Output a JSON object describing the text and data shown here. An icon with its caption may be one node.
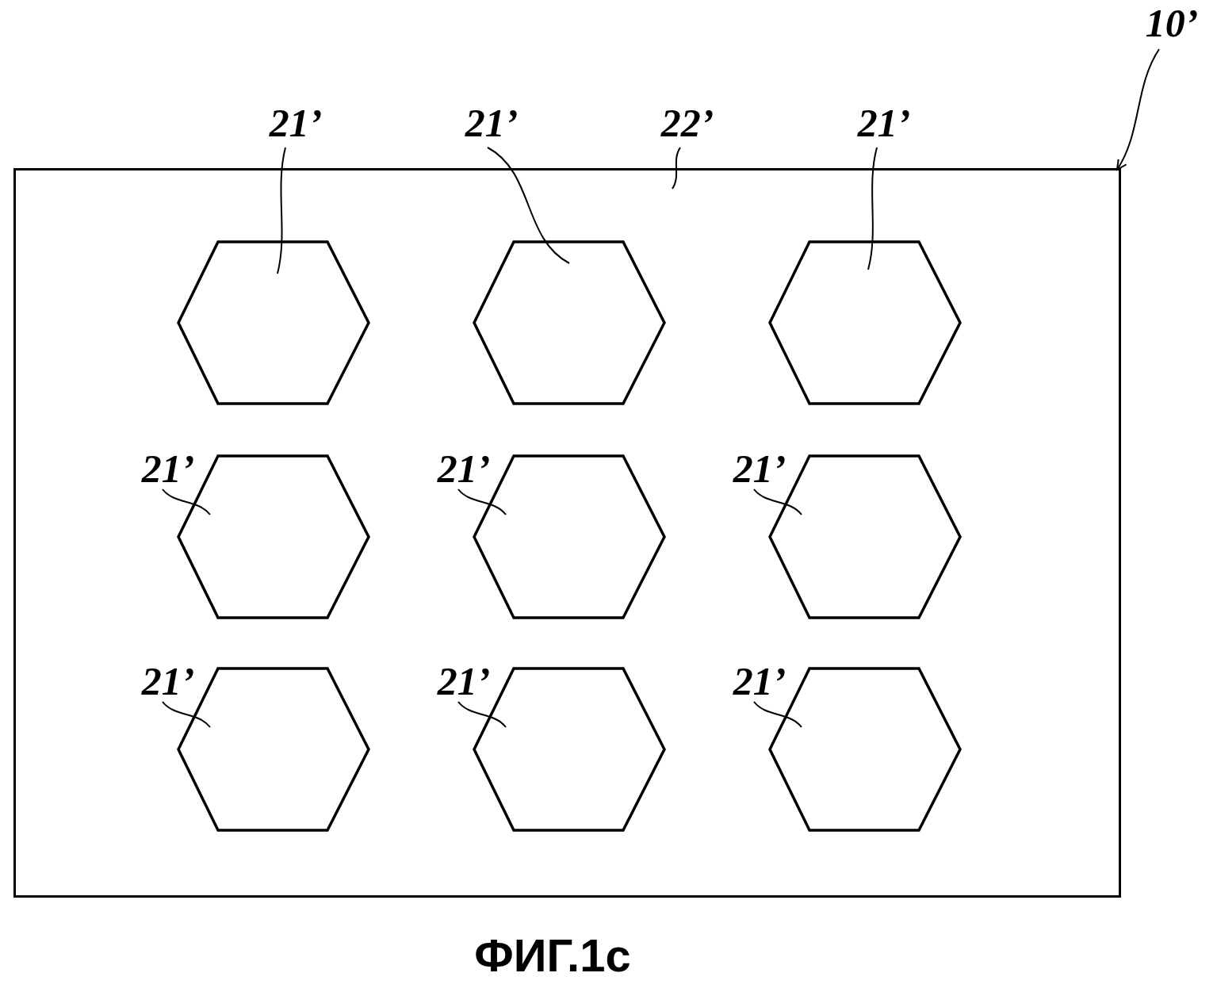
{
  "diagram": {
    "caption": "ФИГ.1с",
    "nodes": [
      {
        "text": [],
        "shape": "box"
      },
      {
        "text": [],
        "shape": "hexagon",
        "in": 0
      },
      {
        "text": [],
        "shape": "hexagon",
        "in": 0
      },
      {
        "text": [],
        "shape": "hexagon",
        "in": 0
      },
      {
        "text": [],
        "shape": "hexagon",
        "in": 0
      },
      {
        "text": [],
        "shape": "hexagon",
        "in": 0
      },
      {
        "text": [],
        "shape": "hexagon",
        "in": 0
      },
      {
        "text": [],
        "shape": "hexagon",
        "in": 0
      },
      {
        "text": [],
        "shape": "hexagon",
        "in": 0
      },
      {
        "text": [],
        "shape": "hexagon",
        "in": 0
      },
      {
        "text": [
          "10’"
        ]
      },
      {
        "text": [
          "21’"
        ]
      },
      {
        "text": [
          "21’"
        ]
      },
      {
        "text": [
          "22’"
        ]
      },
      {
        "text": [
          "21’"
        ]
      },
      {
        "text": [
          "21’"
        ],
        "in": 0
      },
      {
        "text": [
          "21’"
        ],
        "in": 0
      },
      {
        "text": [
          "21’"
        ],
        "in": 0
      },
      {
        "text": [
          "21’"
        ],
        "in": 0
      },
      {
        "text": [
          "21’"
        ],
        "in": 0
      },
      {
        "text": [
          "21’"
        ],
        "in": 0
      }
    ],
    "edges": [
      {
        "from": 10,
        "to": 0,
        "arrow": "to"
      },
      {
        "from": 11,
        "to": 1,
        "arrow": "none"
      },
      {
        "from": 12,
        "to": 2,
        "arrow": "none"
      },
      {
        "from": 13,
        "to": 0,
        "arrow": "none"
      },
      {
        "from": 14,
        "to": 3,
        "arrow": "none"
      },
      {
        "from": 15,
        "to": 4,
        "arrow": "none"
      },
      {
        "from": 16,
        "to": 5,
        "arrow": "none"
      },
      {
        "from": 17,
        "to": 6,
        "arrow": "none"
      },
      {
        "from": 18,
        "to": 7,
        "arrow": "none"
      },
      {
        "from": 19,
        "to": 8,
        "arrow": "none"
      },
      {
        "from": 20,
        "to": 9,
        "arrow": "none"
      }
    ]
  }
}
